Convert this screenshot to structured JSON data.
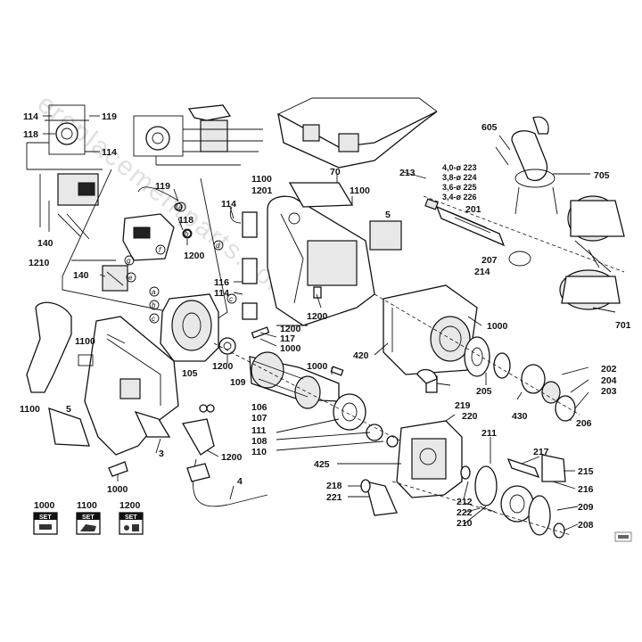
{
  "watermark": "ereplacementparts.com",
  "labels": {
    "l114a": "114",
    "l119a": "119",
    "l118a": "118",
    "l114b": "114",
    "l605": "605",
    "l705": "705",
    "l70": "70",
    "l213": "213",
    "l223": "4,0-ø 223",
    "l224": "3,8-ø 224",
    "l225": "3,6-ø 225",
    "l226": "3,4-ø 226",
    "l1100a": "1100",
    "l1201": "1201",
    "l1100b": "1100",
    "l119b": "119",
    "l118b": "118",
    "l1200a": "1200",
    "l114c": "114",
    "l5a": "5",
    "l201": "201",
    "l140a": "140",
    "l1210": "1210",
    "l140b": "140",
    "l207": "207",
    "l214": "214",
    "l116": "116",
    "l114d": "114",
    "l1200b": "1200",
    "l1200c": "1200",
    "l117": "117",
    "l1000a": "1000",
    "l1000b": "1000",
    "l701": "701",
    "l1100c": "1100",
    "l105": "105",
    "l420": "420",
    "l202": "202",
    "l1200d": "1200",
    "l1000c": "1000",
    "l204": "204",
    "l205": "205",
    "l203": "203",
    "l109": "109",
    "l106": "106",
    "l107": "107",
    "l219": "219",
    "l430": "430",
    "l1100d": "1100",
    "l5b": "5",
    "l220": "220",
    "l206": "206",
    "l111": "111",
    "l108": "108",
    "l110": "110",
    "l211": "211",
    "l3": "3",
    "l1200e": "1200",
    "l217": "217",
    "l215": "215",
    "l425": "425",
    "l1000d": "1000",
    "l218": "218",
    "l216": "216",
    "l221": "221",
    "l212": "212",
    "l4": "4",
    "l209": "209",
    "l222": "222",
    "l210": "210",
    "l208": "208",
    "set1000": "1000",
    "set1100": "1100",
    "set1200": "1200",
    "set_word": "SET"
  },
  "letters": [
    "a",
    "b",
    "c",
    "d",
    "e",
    "f",
    "g"
  ]
}
